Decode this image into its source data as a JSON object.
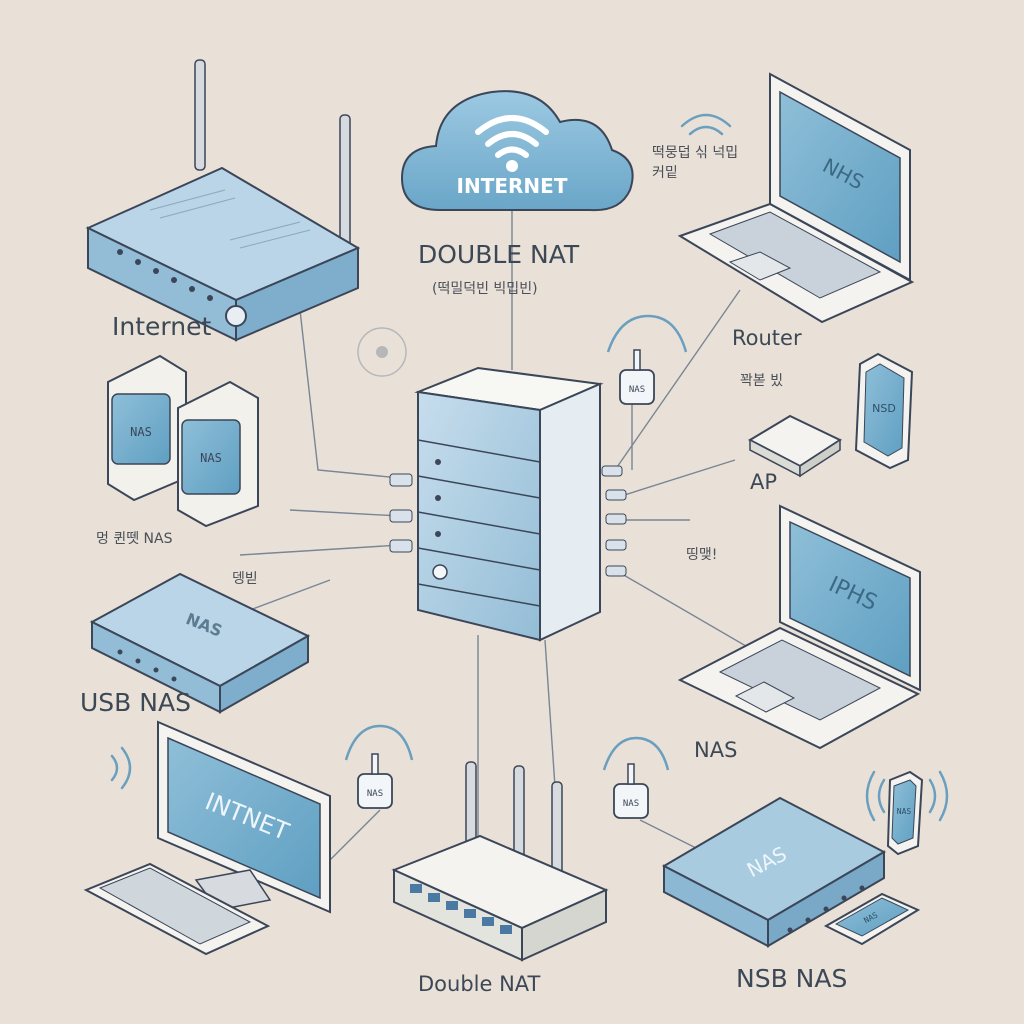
{
  "cloud": {
    "text": "INTERNET"
  },
  "labels": {
    "double_nat_top": "DOUBLE NAT",
    "double_nat_sub": "(떡밀덕빈 빅밉빈)",
    "internet_left": "Internet",
    "router_right": "Router",
    "usb_nas": "USB NAS",
    "ap": "AP",
    "nas_right": "NAS",
    "double_nat_bottom": "Double NAT",
    "nsb_nas": "NSB NAS",
    "korean_top_right": "떡뭉덥 싞 넉밉 커밑",
    "korean_router_sub": "꽉볻 빘",
    "korean_left_nas": "멍 퀸뗏 NAS",
    "korean_mid_left": "뎅빋",
    "korean_mid_right": "띵맺!"
  },
  "devices": {
    "laptop_top_screen": "NHS",
    "laptop_right_screen": "IPHS",
    "monitor_screen": "INTNET",
    "nas_box_right_text": "NAS",
    "nas_box_left_text": "NAS",
    "tablet_text": "NSD",
    "tower_left_text": "NAS",
    "tower_right_text": "NAS",
    "phone_text": "NAS",
    "phone_bottom_text": "NAS",
    "wifi_tag_1": "NAS",
    "wifi_tag_2": "NAS",
    "wifi_tag_3": "NAS"
  },
  "colors": {
    "background": "#e9e1d7",
    "accent_blue": "#7fb2cf",
    "device_blue": "#aecde0",
    "outline": "#3b4658"
  }
}
